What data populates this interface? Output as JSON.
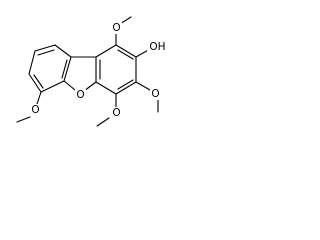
{
  "structure": {
    "labels": {
      "ome_top": "O",
      "oh": "OH",
      "ome_right": "O",
      "ome_bottom": "O",
      "ring_o": "O",
      "ome_left": "O"
    }
  }
}
